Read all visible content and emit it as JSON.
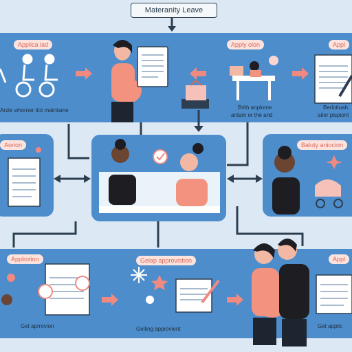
{
  "title": "Materanity Leave",
  "labels": {
    "top_left_pill": "Applica iad",
    "top_mid_pill": "Apply olon",
    "top_right_pill": "Appl",
    "mid_left_pill": "Aorion",
    "mid_right_pill": "Baluty aniocion",
    "bot_left_pill": "Applrotion",
    "bot_mid_pill": "Gelap approvistion",
    "bot_right_pill": "Appl"
  },
  "captions": {
    "top_left": "Arzle whorner tiot matnlame",
    "top_mid_1": "Brith anplome",
    "top_mid_2": "antam or the and",
    "top_right_1": "Berlotiuah",
    "top_right_2": "aiter plspiont",
    "bot_left": "Get aprrovion",
    "bot_mid": "Gelling approvient",
    "bot_right": "Get applic"
  },
  "colors": {
    "panel_blue": "#4d8dcc",
    "panel_blue_light": "#6fa3d8",
    "bg": "#dce9f5",
    "accent_pink": "#f08a80",
    "dark": "#2d3e50"
  }
}
